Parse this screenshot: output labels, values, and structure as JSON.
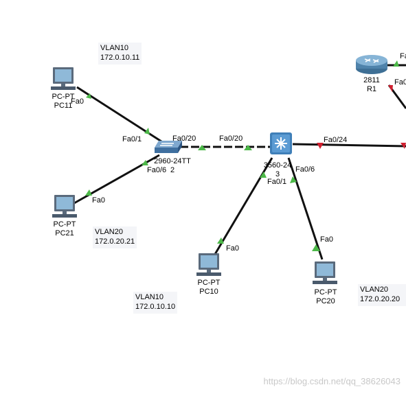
{
  "devices": {
    "pc11": {
      "type_label": "PC-PT",
      "name": "PC11"
    },
    "pc21": {
      "type_label": "PC-PT",
      "name": "PC21"
    },
    "pc10": {
      "type_label": "PC-PT",
      "name": "PC10"
    },
    "pc20": {
      "type_label": "PC-PT",
      "name": "PC20"
    },
    "switch2960": {
      "type_label": "2960-24TT",
      "name": "2"
    },
    "switch3560": {
      "type_label": "3560-24",
      "name": "3"
    },
    "router": {
      "type_label": "2811",
      "name": "R1"
    }
  },
  "notes": {
    "pc11": {
      "vlan": "VLAN10",
      "ip": "172.0.10.11"
    },
    "pc21": {
      "vlan": "VLAN20",
      "ip": "172.0.20.21"
    },
    "pc10": {
      "vlan": "VLAN10",
      "ip": "172.0.10.10"
    },
    "pc20": {
      "vlan": "VLAN20",
      "ip": "172.0.20.20"
    }
  },
  "ports": {
    "pc11_fa0": "Fa0",
    "sw2_fa01": "Fa0/1",
    "sw2_fa020": "Fa0/20",
    "sw2_fa06": "Fa0/6",
    "pc21_fa0": "Fa0",
    "sw3_fa020": "Fa0/20",
    "sw3_fa024": "Fa0/24",
    "sw3_fa01": "Fa0/1",
    "sw3_fa06": "Fa0/6",
    "pc10_fa0": "Fa0",
    "pc20_fa0": "Fa0",
    "r1_fa_top": "Fa",
    "r1_fa_side": "Fa0"
  },
  "link_colors": {
    "up": "#4cb848",
    "down": "#d02030",
    "cable": "#111111"
  },
  "watermark": "https://blog.csdn.net/qq_38626043"
}
